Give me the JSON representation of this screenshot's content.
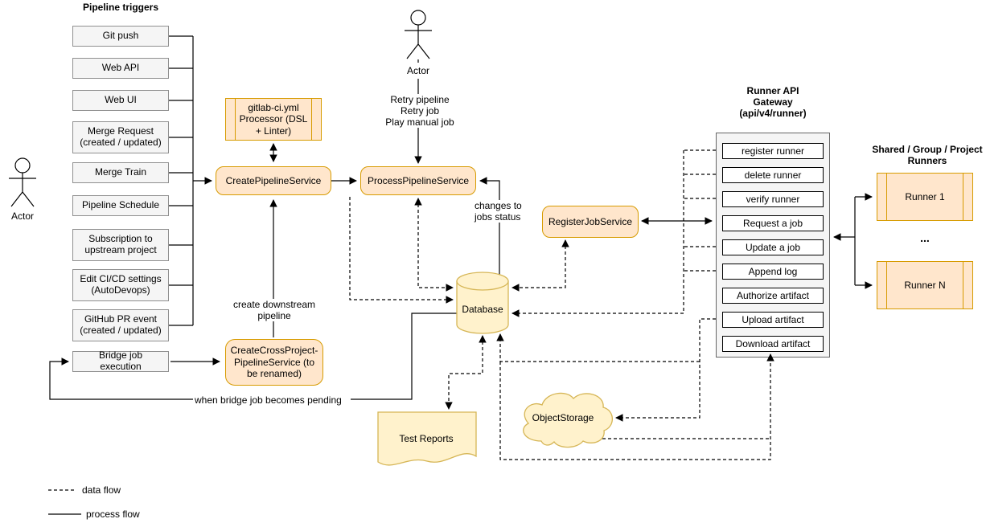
{
  "title": "Pipeline triggers",
  "triggers": [
    "Git push",
    "Web API",
    "Web UI",
    "Merge Request (created / updated)",
    "Merge Train",
    "Pipeline Schedule",
    "Subscription to upstream project",
    "Edit CI/CD settings (AutoDevops)",
    "GitHub PR event (created / updated)"
  ],
  "bridge": "Bridge job execution",
  "actors": {
    "left": "Actor",
    "top": "Actor"
  },
  "services": {
    "processor": "gitlab-ci.yml Processor (DSL + Linter)",
    "create_pipeline": "CreatePipelineService",
    "process_pipeline": "ProcessPipelineService",
    "register_job": "RegisterJobService",
    "cross_project": "CreateCrossProject-PipelineService (to be renamed)"
  },
  "database": "Database",
  "storage": {
    "object_storage": "ObjectStorage",
    "test_reports": "Test Reports"
  },
  "gateway": {
    "title": [
      "Runner API",
      "Gateway",
      "(api/v4/runner)"
    ],
    "endpoints": [
      "register runner",
      "delete runner",
      "verify runner",
      "Request a job",
      "Update a job",
      "Append log",
      "Authorize artifact",
      "Upload artifact",
      "Download artifact"
    ]
  },
  "runners": {
    "title": [
      "Shared / Group / Project",
      "Runners"
    ],
    "items": [
      "Runner 1",
      "Runner N"
    ],
    "more": "..."
  },
  "labels": {
    "retry": [
      "Retry pipeline",
      "Retry job",
      "Play manual job"
    ],
    "changes": "changes to jobs status",
    "downstream": "create downstream pipeline",
    "pending": "when bridge job becomes pending"
  },
  "legend": {
    "data": "data flow",
    "process": "process flow"
  },
  "colors": {
    "service_fill": "#FFE6CC",
    "service_border": "#D79B00",
    "store_fill": "#FFF2CC",
    "store_border": "#D6B656"
  }
}
